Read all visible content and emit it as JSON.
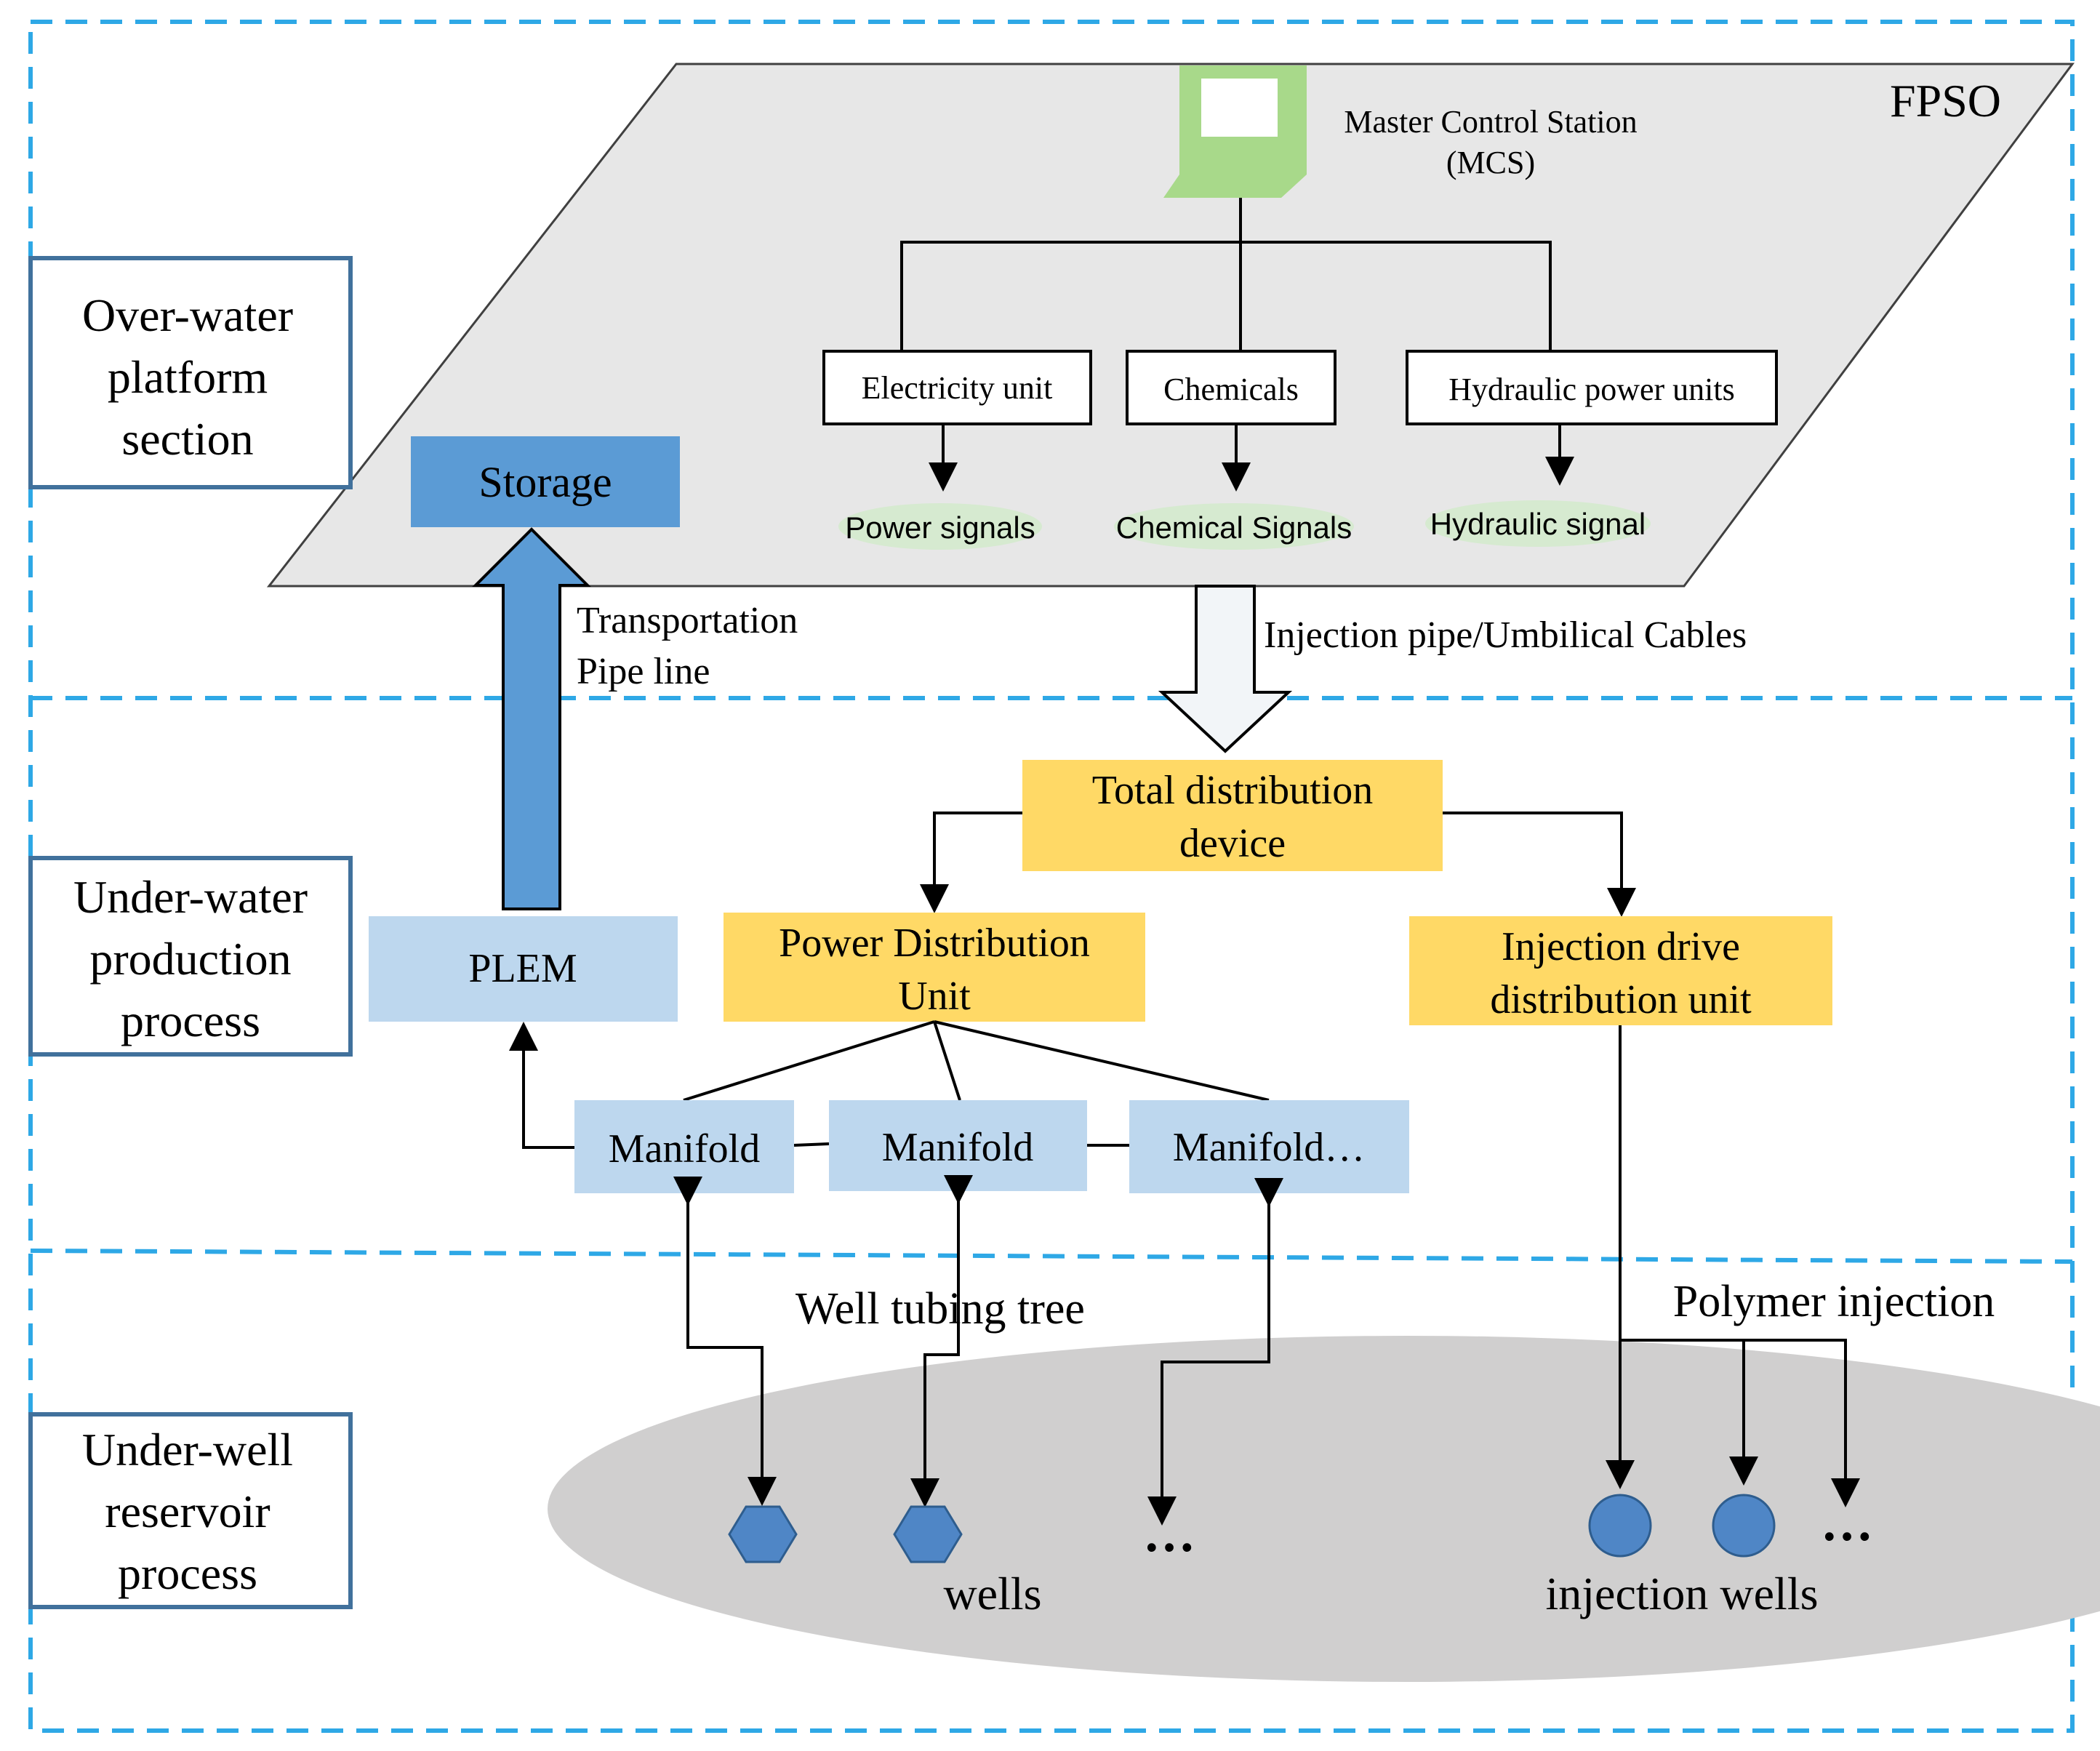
{
  "sections": {
    "over_water": [
      "Over-water",
      "platform",
      "section"
    ],
    "under_water": [
      "Under-water",
      "production",
      "process"
    ],
    "under_well": [
      "Under-well",
      "reservoir",
      "process"
    ]
  },
  "platform": {
    "label": "FPSO",
    "mcs": [
      "Master Control Station",
      "(MCS)"
    ],
    "units": {
      "electricity": "Electricity unit",
      "chemicals": "Chemicals",
      "hydraulic": "Hydraulic power units"
    },
    "signals": {
      "power": "Power signals",
      "chemical": "Chemical Signals",
      "hydraulic": "Hydraulic signal"
    },
    "storage": "Storage"
  },
  "links": {
    "transport": [
      "Transportation",
      "Pipe line"
    ],
    "injection_pipe": "Injection pipe/Umbilical  Cables"
  },
  "subsea": {
    "total_distribution": [
      "Total distribution",
      "device"
    ],
    "power_distribution": [
      "Power Distribution",
      "Unit"
    ],
    "injection_distribution": [
      "Injection drive",
      "distribution unit"
    ],
    "plem": "PLEM",
    "manifolds": [
      "Manifold",
      "Manifold",
      "Manifold…"
    ]
  },
  "reservoir": {
    "tree_label": "Well tubing tree",
    "polymer_label": "Polymer injection",
    "wells_label": "wells",
    "injection_wells_label": "injection wells",
    "ellipsis_wells": "…",
    "ellipsis_injection": "…"
  },
  "colors": {
    "dash_border": "#2ea8e6",
    "section_border": "#41719c",
    "platform_fill": "#e7e7e7",
    "storage_fill": "#5b9bd5",
    "yellow_box": "#ffd966",
    "light_blue_box": "#bdd7ee",
    "signal_ellipse": "#d6ead0",
    "mcs_green": "#a8d98a",
    "reservoir_fill": "#d0cfcf",
    "well_fill": "#4f86c6"
  }
}
